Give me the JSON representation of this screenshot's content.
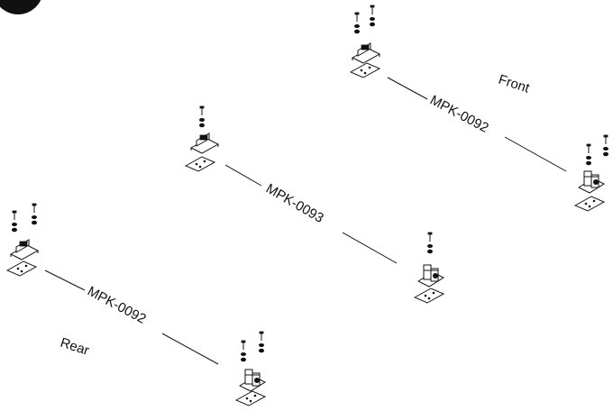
{
  "labels": {
    "front": "Front",
    "rear": "Rear",
    "kit_top": "MPK-0092",
    "kit_middle": "MPK-0093",
    "kit_bottom": "MPK-0092"
  },
  "colors": {
    "ink": "#111111",
    "background": "#ffffff"
  },
  "icons": [
    "hardware-screw-icon",
    "washer-icon",
    "leg-bracket-icon",
    "hinge-bracket-icon",
    "mounting-plate-icon"
  ]
}
